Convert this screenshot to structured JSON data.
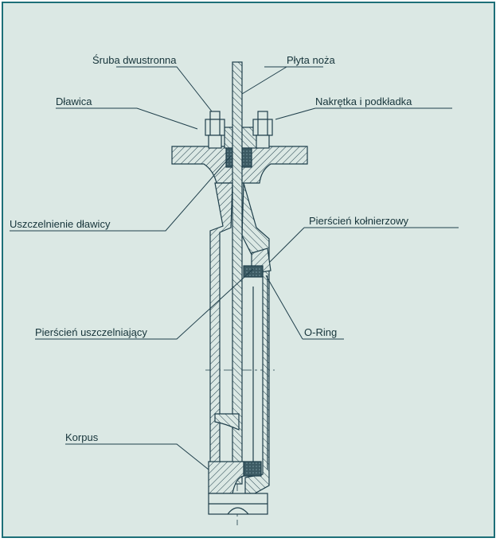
{
  "diagram": {
    "labels": {
      "sruba": "Śruba dwustronna",
      "plyta": "Płyta noża",
      "dlawica": "Dławica",
      "nakretka": "Nakrętka i podkładka",
      "uszczelnienie": "Uszczelnienie dławicy",
      "pierscien_kol": "Pierścień kołnierzowy",
      "pierscien_usz": "Pierścień uszczelniający",
      "oring": "O-Ring",
      "korpus": "Korpus"
    },
    "colors": {
      "background": "#dbe8e4",
      "border": "#1d6f78",
      "line": "#1e3e4a",
      "seal": "#3c5a63",
      "leader": "#1f3f4b"
    }
  }
}
